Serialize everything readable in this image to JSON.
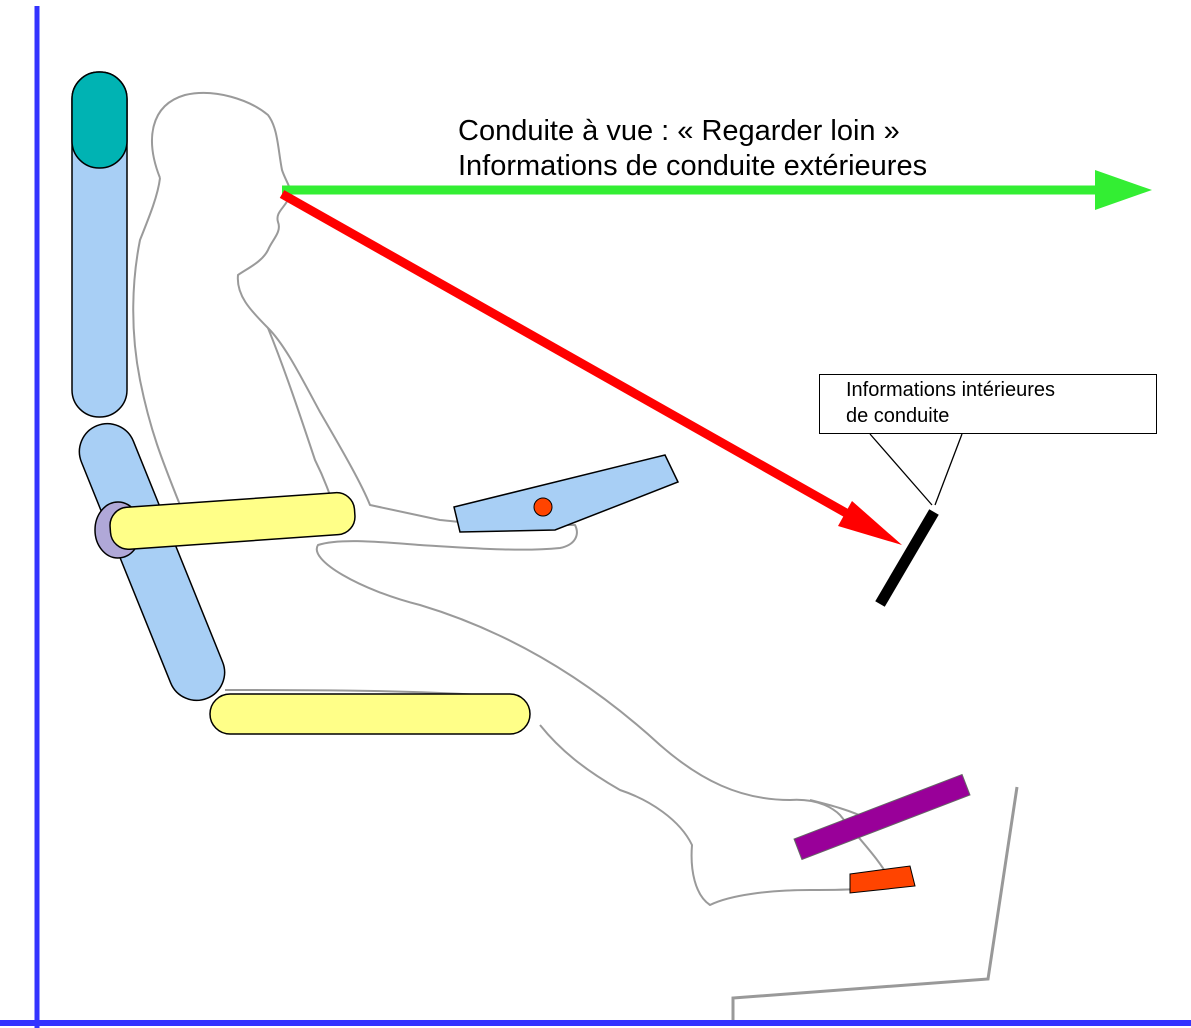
{
  "labels": {
    "far_view_line1": "Conduite à vue : « Regarder loin »",
    "far_view_line2": "Informations de conduite extérieures",
    "interior_line1": "Informations intérieures",
    "interior_line2": "de conduite"
  },
  "colors": {
    "axis": "#3333ff",
    "gaze_far": "#33ee33",
    "gaze_near": "#ff0000",
    "headrest": "#00b3b3",
    "backrest": "#a8cff5",
    "cushion": "#ffff88",
    "armrest": "#ffff88",
    "pivot": "#b0a8d8",
    "joystick": "#a8cff5",
    "joystick_knob": "#ff4400",
    "pedal": "#990099",
    "pedal_block": "#ff4400",
    "display": "#000000",
    "silhouette": "#999999"
  }
}
